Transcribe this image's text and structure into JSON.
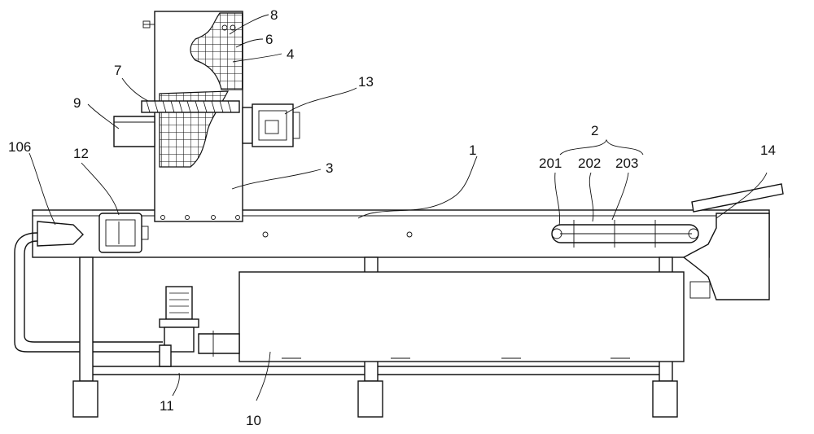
{
  "labels": {
    "l1": "1",
    "l2": "2",
    "l201": "201",
    "l202": "202",
    "l203": "203",
    "l3": "3",
    "l4": "4",
    "l6": "6",
    "l7": "7",
    "l8": "8",
    "l9": "9",
    "l10": "10",
    "l11": "11",
    "l12": "12",
    "l13": "13",
    "l14": "14",
    "l106": "106"
  }
}
